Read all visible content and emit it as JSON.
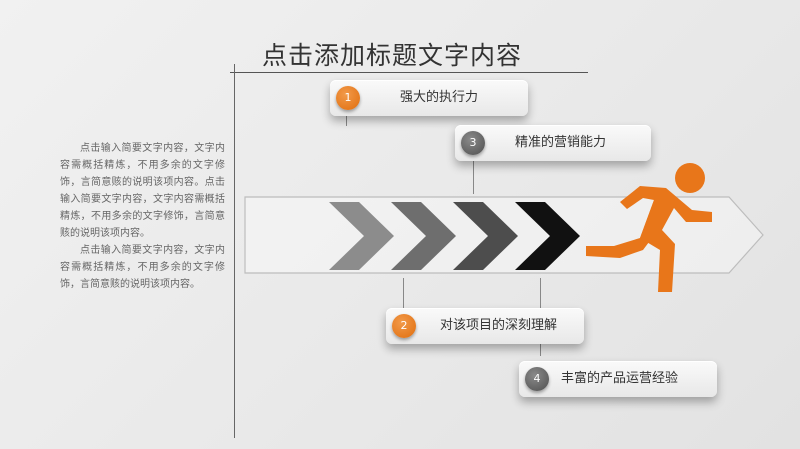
{
  "title": "点击添加标题文字内容",
  "paragraph": {
    "p1": "点击输入简要文字内容，文字内容需概括精炼，不用多余的文字修饰，言简意赅的说明该项内容。点击输入简要文字内容，文字内容需概括精炼，不用多余的文字修饰，言简意赅的说明该项内容。",
    "p2": "点击输入简要文字内容，文字内容需概括精炼，不用多余的文字修饰，言简意赅的说明该项内容。"
  },
  "items": [
    {
      "number": "1",
      "label": "强大的执行力",
      "badge_color": "#e8761a"
    },
    {
      "number": "2",
      "label": "对该项目的深刻理解",
      "badge_color": "#e8761a"
    },
    {
      "number": "3",
      "label": "精准的营销能力",
      "badge_color": "#5a5a5a"
    },
    {
      "number": "4",
      "label": "丰富的产品运营经验",
      "badge_color": "#5a5a5a"
    }
  ],
  "chevron_colors": [
    "#8c8c8c",
    "#6e6e6e",
    "#4d4d4d",
    "#111111"
  ],
  "runner": {
    "icon": "running-man-icon",
    "color": "#e8761a"
  }
}
